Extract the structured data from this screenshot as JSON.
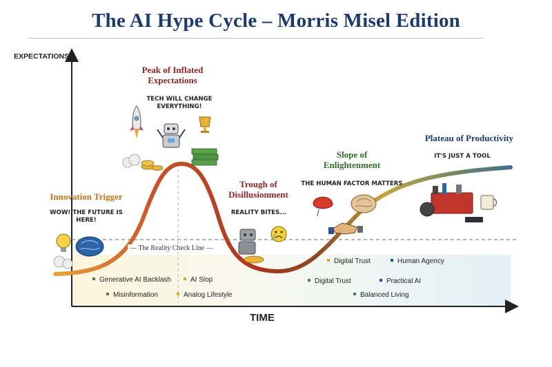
{
  "title": "The AI Hype Cycle – Morris Misel Edition",
  "axes": {
    "y_label": "EXPECTATIONS",
    "x_label": "TIME"
  },
  "reference_line": {
    "label": "The Reality Check Line"
  },
  "phases": [
    {
      "id": "innovation",
      "name": "Innovation Trigger",
      "quote": "WOW! THE FUTURE IS HERE!",
      "color": "#c0731a"
    },
    {
      "id": "peak",
      "name": "Peak of Inflated Expectations",
      "quote": "TECH WILL CHANGE EVERYTHING!",
      "color": "#8f2222"
    },
    {
      "id": "trough",
      "name": "Trough of Disillusionment",
      "quote": "REALITY BITES...",
      "color": "#8f2222"
    },
    {
      "id": "slope",
      "name": "Slope of Enlightenment",
      "quote": "THE HUMAN FACTOR MATTERS",
      "color": "#2f6b2a"
    },
    {
      "id": "plateau",
      "name": "Plateau of Productivity",
      "quote": "IT'S JUST A TOOL",
      "color": "#1d3a6e"
    }
  ],
  "tags": [
    {
      "label": "Generative AI Backlash",
      "color": "#3f8a3a"
    },
    {
      "label": "AI Slop",
      "color": "#e5a030"
    },
    {
      "label": "Misinformation",
      "color": "#3f8a3a"
    },
    {
      "label": "Analog Lifestyle",
      "color": "#e5a030"
    },
    {
      "label": "Digital Trust",
      "color": "#e5a030"
    },
    {
      "label": "Human Agency",
      "color": "#2a4f8f"
    },
    {
      "label": "Digital Trust",
      "color": "#3f8a3a"
    },
    {
      "label": "Practical AI",
      "color": "#2a4f8f"
    },
    {
      "label": "Balanced Living",
      "color": "#3f8a3a"
    }
  ],
  "icons": [
    "rocket-icon",
    "robot-icon",
    "trophy-icon",
    "money-stack-icon",
    "coins-icon",
    "lightbulb-icon",
    "brain-icon",
    "broken-robot-icon",
    "sad-face-icon",
    "deflated-balloon-icon",
    "handshake-icon",
    "toolbox-icon",
    "coffee-mug-icon"
  ]
}
